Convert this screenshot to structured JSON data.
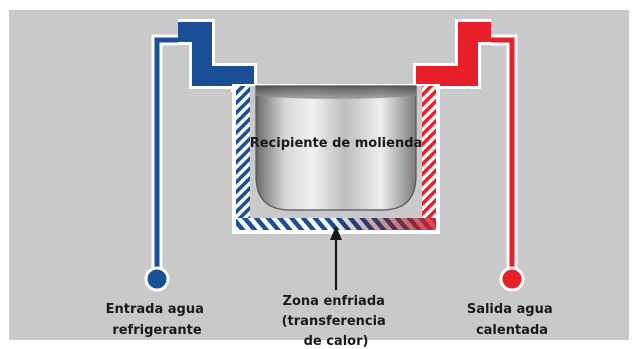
{
  "diagram": {
    "vessel_label": "Recipiente de molienda",
    "inlet_label": [
      "Entrada agua",
      "refrigerante"
    ],
    "cooled_zone_label": [
      "Zona enfriada",
      "(transferencia",
      "de calor)"
    ],
    "outlet_label": [
      "Salida agua",
      "calentada"
    ]
  },
  "colors": {
    "panel": "#c9c9c9",
    "cold_water": "#1a4f96",
    "hot_water": "#e8202a",
    "outline": "#ffffff"
  }
}
